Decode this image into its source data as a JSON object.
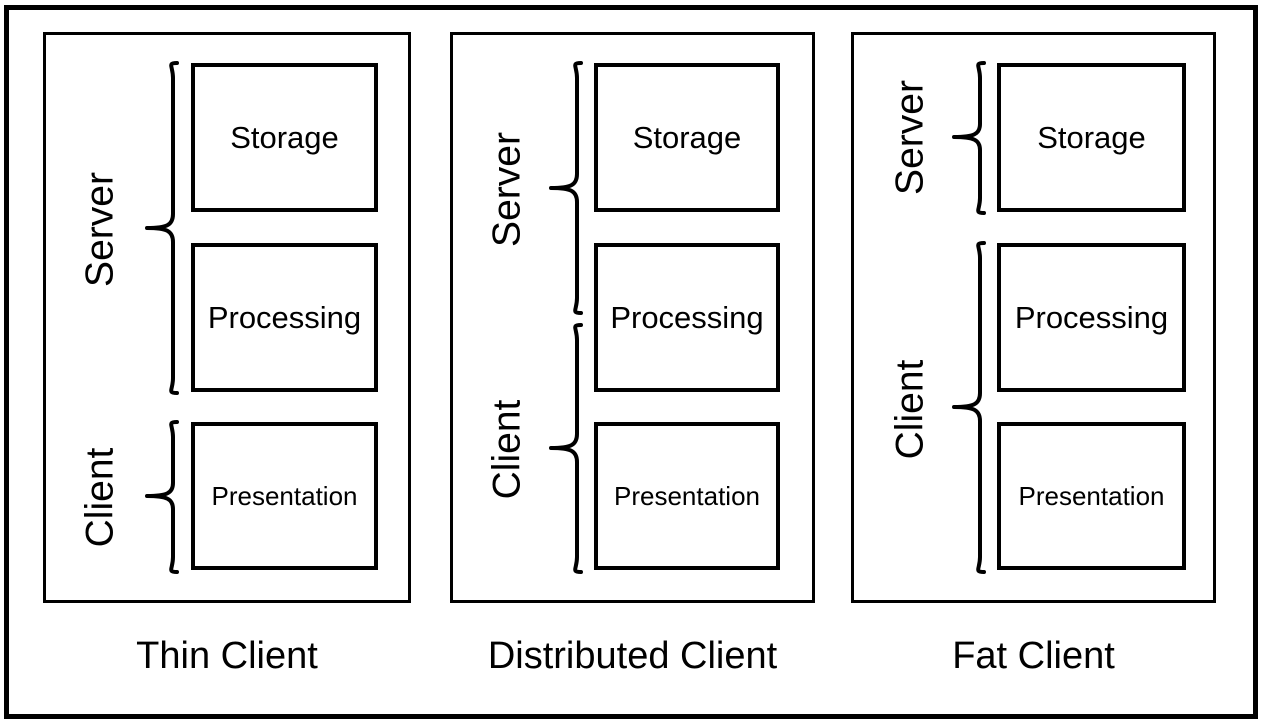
{
  "diagram": {
    "title_present": false,
    "colors": {
      "stroke": "#000000",
      "background": "#ffffff"
    },
    "layer_names": {
      "storage": "Storage",
      "processing": "Processing",
      "presentation": "Presentation"
    },
    "tier_names": {
      "server": "Server",
      "client": "Client"
    },
    "panels": [
      {
        "id": "thin-client",
        "caption": "Thin Client",
        "tiers": [
          {
            "name": "Server",
            "covers": [
              "Storage",
              "Processing"
            ]
          },
          {
            "name": "Client",
            "covers": [
              "Presentation"
            ]
          }
        ],
        "boxes": [
          {
            "label": "Storage"
          },
          {
            "label": "Processing"
          },
          {
            "label": "Presentation"
          }
        ]
      },
      {
        "id": "distributed-client",
        "caption": "Distributed Client",
        "tiers": [
          {
            "name": "Server",
            "covers": [
              "Storage",
              "Processing (upper half)"
            ]
          },
          {
            "name": "Client",
            "covers": [
              "Processing (lower half)",
              "Presentation"
            ]
          }
        ],
        "boxes": [
          {
            "label": "Storage"
          },
          {
            "label": "Processing"
          },
          {
            "label": "Presentation"
          }
        ]
      },
      {
        "id": "fat-client",
        "caption": "Fat Client",
        "tiers": [
          {
            "name": "Server",
            "covers": [
              "Storage"
            ]
          },
          {
            "name": "Client",
            "covers": [
              "Processing",
              "Presentation"
            ]
          }
        ],
        "boxes": [
          {
            "label": "Storage"
          },
          {
            "label": "Processing"
          },
          {
            "label": "Presentation"
          }
        ]
      }
    ]
  }
}
